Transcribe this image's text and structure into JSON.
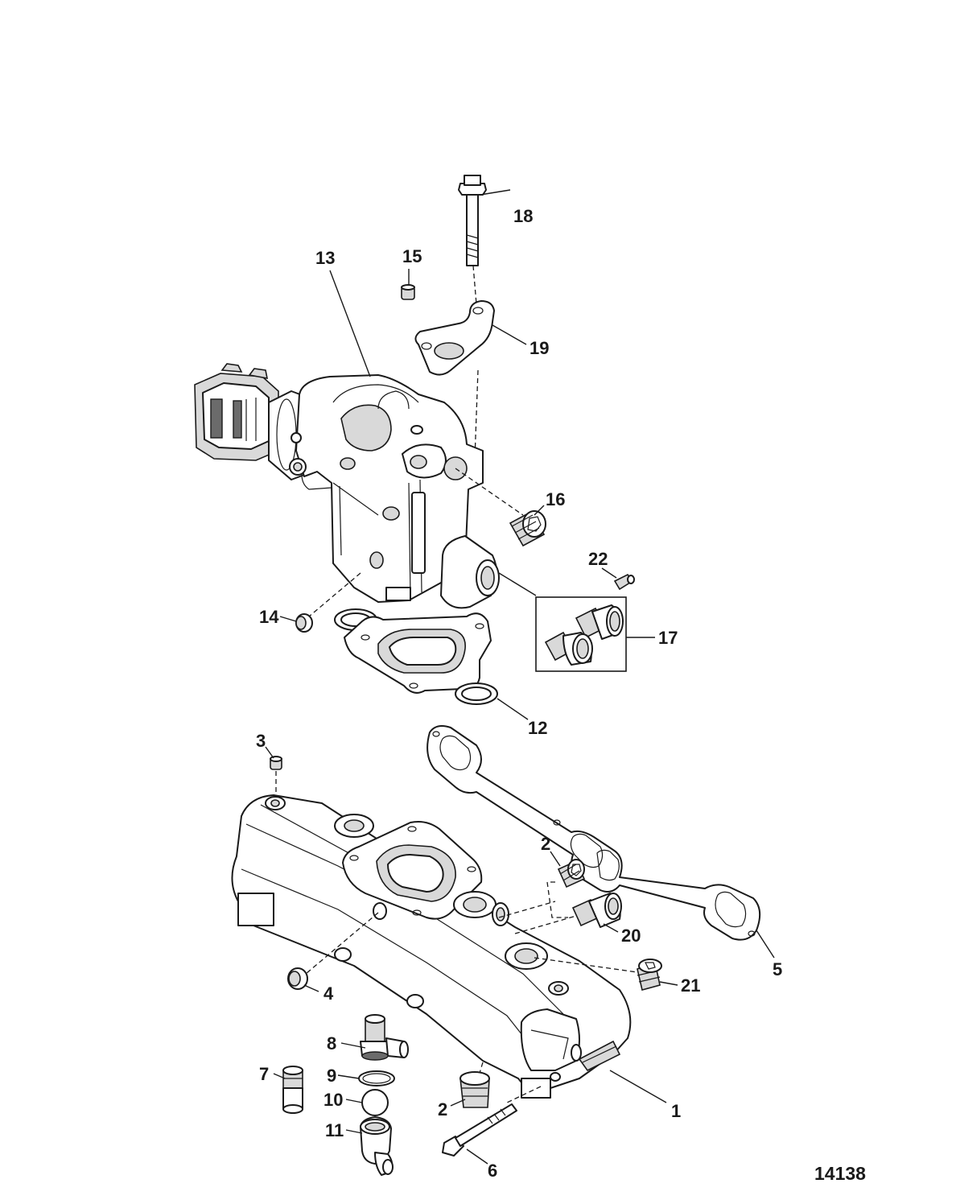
{
  "figure": {
    "number": "14138"
  },
  "callouts": [
    {
      "id": "1",
      "label": "1"
    },
    {
      "id": "2a",
      "label": "2"
    },
    {
      "id": "2b",
      "label": "2"
    },
    {
      "id": "3",
      "label": "3"
    },
    {
      "id": "4",
      "label": "4"
    },
    {
      "id": "5",
      "label": "5"
    },
    {
      "id": "6",
      "label": "6"
    },
    {
      "id": "7",
      "label": "7"
    },
    {
      "id": "8",
      "label": "8"
    },
    {
      "id": "9",
      "label": "9"
    },
    {
      "id": "10",
      "label": "10"
    },
    {
      "id": "11",
      "label": "11"
    },
    {
      "id": "12",
      "label": "12"
    },
    {
      "id": "13",
      "label": "13"
    },
    {
      "id": "14",
      "label": "14"
    },
    {
      "id": "15",
      "label": "15"
    },
    {
      "id": "16",
      "label": "16"
    },
    {
      "id": "17",
      "label": "17"
    },
    {
      "id": "18",
      "label": "18"
    },
    {
      "id": "19",
      "label": "19"
    },
    {
      "id": "20",
      "label": "20"
    },
    {
      "id": "21",
      "label": "21"
    },
    {
      "id": "22",
      "label": "22"
    }
  ]
}
